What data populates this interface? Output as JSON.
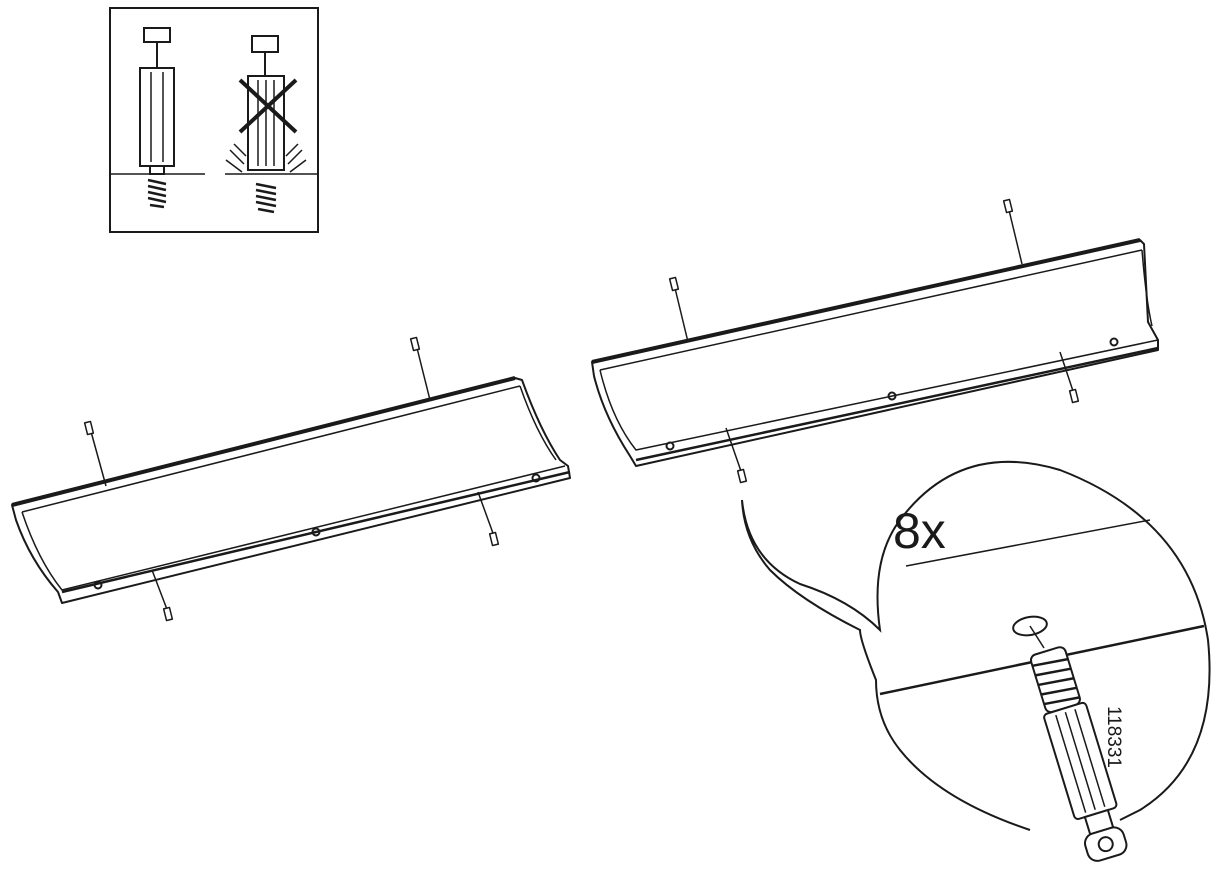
{
  "detail_callout": {
    "quantity": "8x",
    "part_number": "118331"
  },
  "inset": {
    "correct_icon": "check-fully-screwed",
    "wrong_icon": "cross-overtightened"
  },
  "colors": {
    "ink": "#1a1a1a",
    "paper": "#ffffff"
  }
}
